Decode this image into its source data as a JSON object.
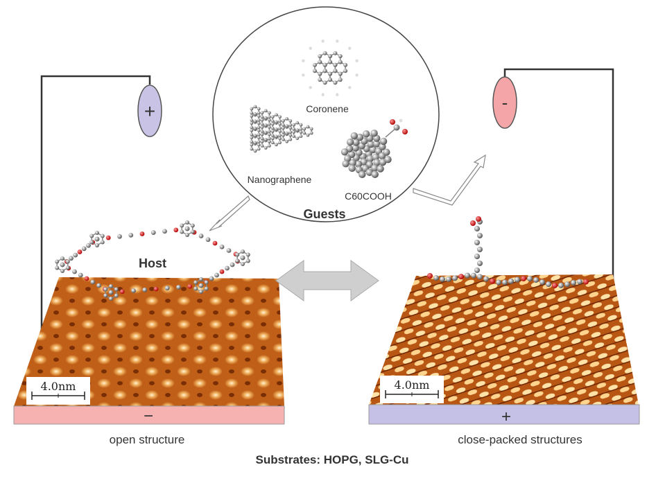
{
  "guests": {
    "title": "Guests",
    "coronene": "Coronene",
    "nanographene": "Nanographene",
    "c60cooh": "C60COOH"
  },
  "left": {
    "host_label": "Host",
    "electrode_sign": "+",
    "substrate_sign": "−",
    "scale": "4.0nm",
    "caption": "open structure"
  },
  "right": {
    "electrode_sign": "-",
    "substrate_sign": "+",
    "scale": "4.0nm",
    "caption": "close-packed structures"
  },
  "footer": {
    "substrates": "Substrates: HOPG, SLG-Cu"
  },
  "colors": {
    "positive": "#c9c3e6",
    "negative": "#f4a5a7",
    "stm_dark": "#7a2e06",
    "stm_mid": "#c8661c",
    "stm_light": "#ffe6b8"
  }
}
